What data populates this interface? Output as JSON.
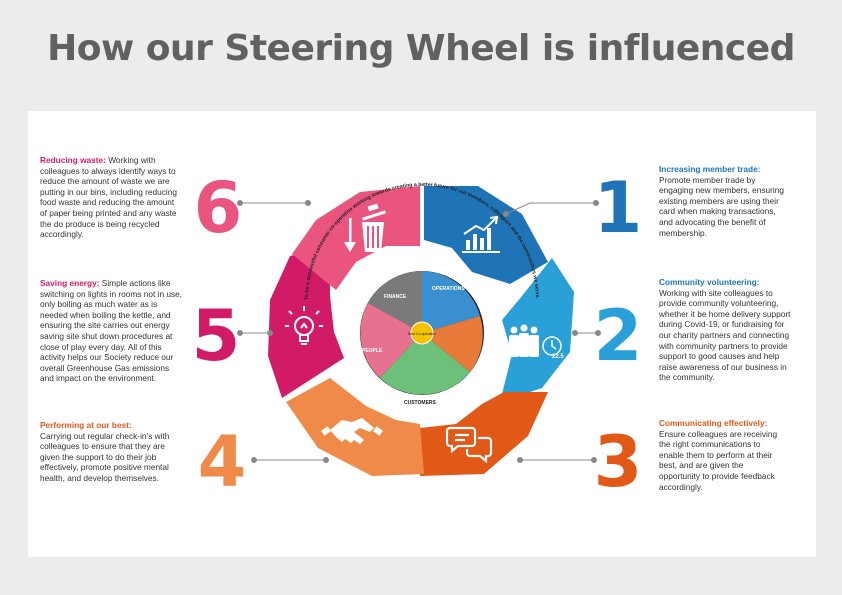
{
  "title": "How our Steering Wheel is influenced",
  "colors": {
    "green": "#38a84a",
    "blue1": "#1f74b8",
    "blue2": "#2aa0d8",
    "orange3": "#e25817",
    "orange4": "#ef8a49",
    "magenta5": "#d11b67",
    "pink6": "#e9557f"
  },
  "segments": [
    {
      "number": "1",
      "icon": "bar-chart-icon",
      "heading": "Increasing member trade:",
      "body": "Promote member trade by engaging new members, ensuring existing members are using their card when making transactions, and advocating the benefit of membership."
    },
    {
      "number": "2",
      "icon": "volunteers-icon",
      "heading": "Community volunteering:",
      "body": "Working with site colleagues to provide community volunteering, whether it be home delivery support during Covid-19, or fundraising for our charity partners and connecting with community partners to provide support to good causes and help raise awareness of our business in the community.",
      "badge": "22.5"
    },
    {
      "number": "3",
      "icon": "speech-bubbles-icon",
      "heading": "Communicating effectively:",
      "body": "Ensure colleagues are receiving the right communications to enable them to perform at their best, and are given the opportunity to provide feedback accordingly."
    },
    {
      "number": "4",
      "icon": "handshake-icon",
      "heading": "Performing at our best:",
      "body": "Carrying out regular check-in’s with colleagues to ensure that they are given the support to do their job effectively, promote positive mental health, and develop themselves."
    },
    {
      "number": "5",
      "icon": "lightbulb-icon",
      "heading": "Saving energy:",
      "body": "Simple actions like switching on lights in rooms not in use, only boiling as much water as is needed when boiling the kettle, and ensuring the site carries out energy saving site shut down procedures at close of play every day. All of this activity helps our Society reduce our overall Greenhouse Gas emissions and impact on the environment."
    },
    {
      "number": "6",
      "icon": "recycle-bin-icon",
      "heading": "Reducing waste:",
      "body": "Working with colleagues to always identify ways to reduce the amount of waste we are putting in our bins, including reducing food waste and reducing the amount of paper being printed and any waste the do produce is being recycled accordingly."
    }
  ],
  "center": {
    "ring_text": "To be a successful consumer co-operative working towards creating a better future for our members, colleagues and the communities we serve.",
    "labels": [
      "FINANCE",
      "OPERATIONS",
      "CUSTOMERS",
      "PEOPLE"
    ],
    "hub": "Best Co-operative"
  }
}
